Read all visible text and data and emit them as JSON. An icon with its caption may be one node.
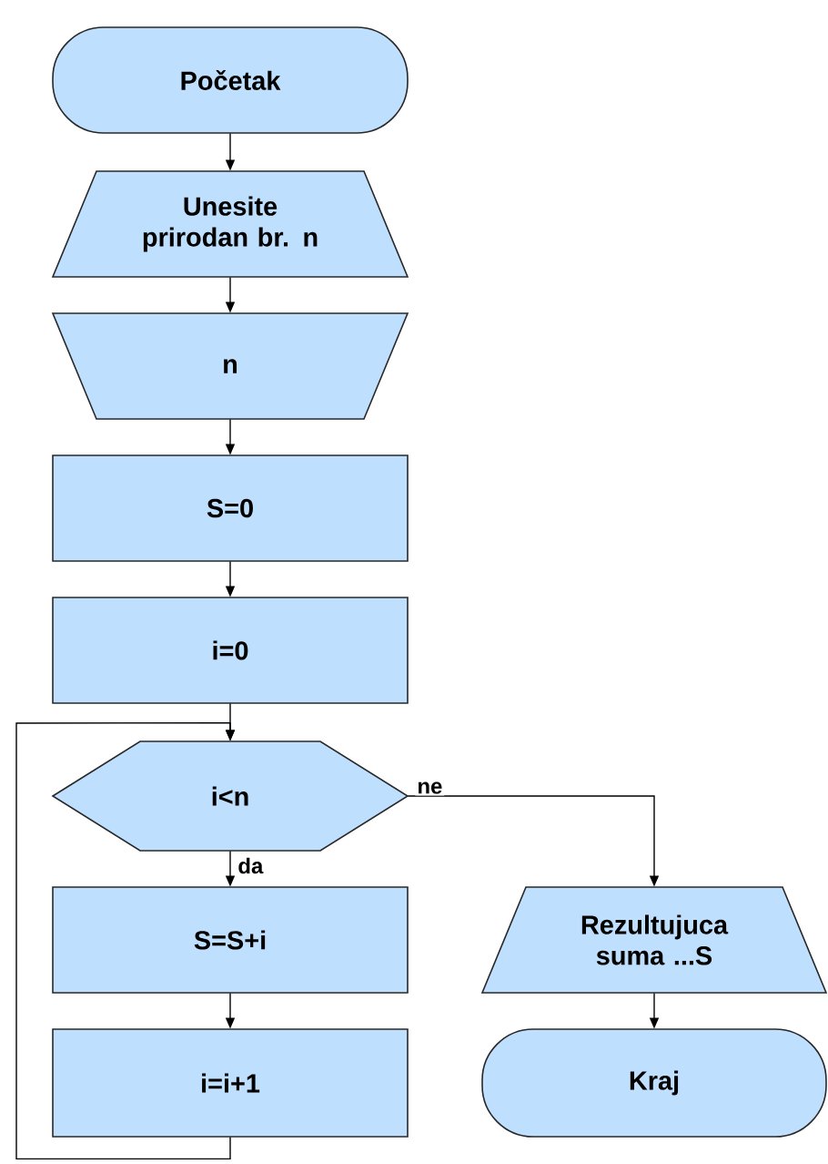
{
  "diagram": {
    "nodes": [
      {
        "text": [
          "Početak"
        ]
      },
      {
        "text": [
          "Unesite prirodan br. n"
        ]
      },
      {
        "text": [
          "n"
        ]
      },
      {
        "text": [
          "S=0"
        ]
      },
      {
        "text": [
          "i=0"
        ]
      },
      {
        "text": [
          "i<n"
        ]
      },
      {
        "text": [
          "S=S+i"
        ]
      },
      {
        "text": [
          "i=i+1"
        ]
      },
      {
        "text": [
          "Rezultujuca suma ...S"
        ]
      },
      {
        "text": [
          "Kraj"
        ]
      }
    ],
    "edges": [
      {
        "from": 0,
        "to": 1,
        "arrow": "to"
      },
      {
        "from": 1,
        "to": 2,
        "arrow": "to"
      },
      {
        "from": 2,
        "to": 3,
        "arrow": "to"
      },
      {
        "from": 3,
        "to": 4,
        "arrow": "to"
      },
      {
        "from": 4,
        "to": 5,
        "arrow": "to"
      },
      {
        "from": 5,
        "to": 6,
        "arrow": "to",
        "label": "da"
      },
      {
        "from": 6,
        "to": 7,
        "arrow": "to"
      },
      {
        "from": 7,
        "to": 5,
        "arrow": "to"
      },
      {
        "from": 5,
        "to": 8,
        "arrow": "to",
        "label": "ne"
      },
      {
        "from": 8,
        "to": 9,
        "arrow": "to"
      }
    ]
  }
}
